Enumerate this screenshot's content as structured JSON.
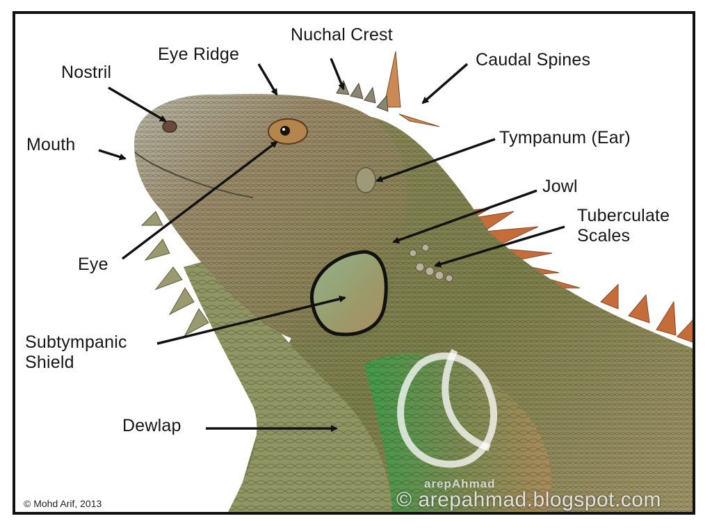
{
  "labels": {
    "nostril": "Nostril",
    "eye_ridge": "Eye Ridge",
    "nuchal_crest": "Nuchal Crest",
    "caudal_spines": "Caudal Spines",
    "mouth": "Mouth",
    "tympanum": "Tympanum (Ear)",
    "jowl": "Jowl",
    "tuberculate_line1": "Tuberculate",
    "tuberculate_line2": "Scales",
    "eye": "Eye",
    "subtympanic_line1": "Subtympanic",
    "subtympanic_line2": "Shield",
    "dewlap": "Dewlap"
  },
  "footer": {
    "copyright": "© Mohd Arif, 2013",
    "watermark_name": "arepAhmad",
    "watermark_site": "© arepahmad.blogspot.com"
  },
  "colors": {
    "frame": "#111111",
    "text": "#151515",
    "skin_green": "#8a9a5b",
    "skin_brown": "#a77a4c",
    "spines": "#c26a38",
    "shield": "#7fa374"
  },
  "image_subject": "green-iguana-head"
}
